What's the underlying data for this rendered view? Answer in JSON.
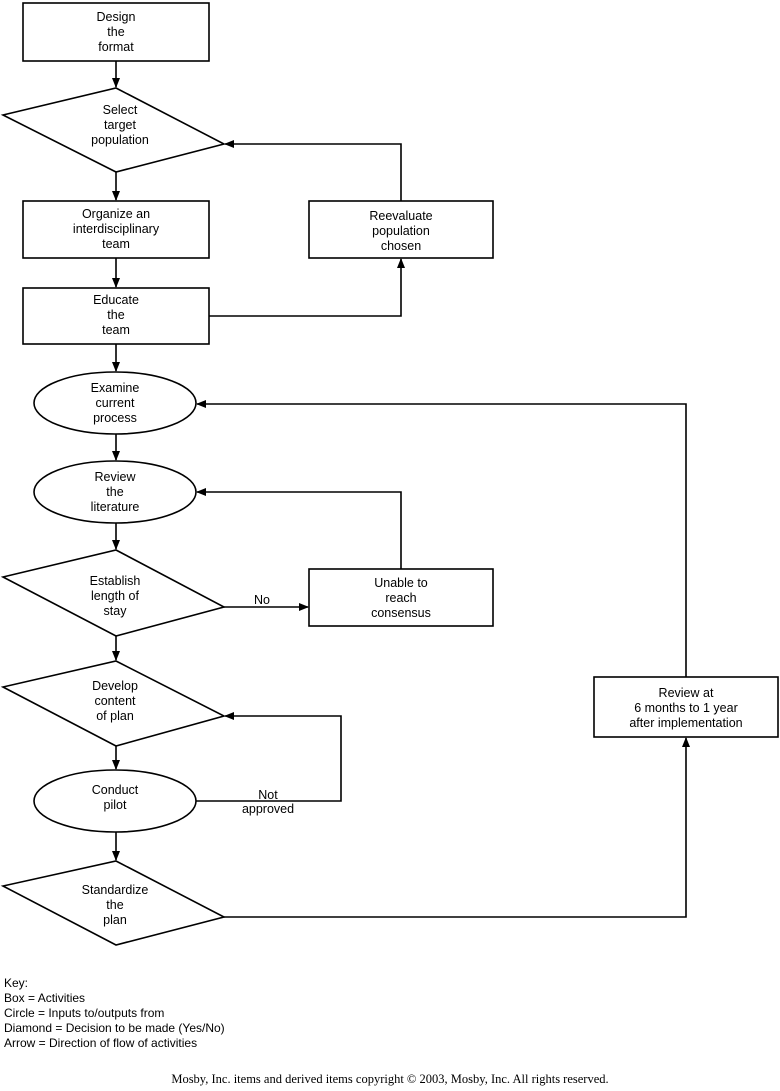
{
  "nodes": {
    "design_format": "Design\nthe\nformat",
    "select_population": "Select\ntarget\npopulation",
    "organize_team": "Organize an\ninterdisciplinary\nteam",
    "educate_team": "Educate\nthe\nteam",
    "reevaluate_population": "Reevaluate\npopulation\nchosen",
    "examine_process": "Examine\ncurrent\nprocess",
    "review_literature": "Review\nthe\nliterature",
    "establish_los": "Establish\nlength of\nstay",
    "unable_consensus": "Unable to\nreach\nconsensus",
    "develop_content": "Develop\ncontent\nof plan",
    "conduct_pilot": "Conduct\npilot",
    "standardize_plan": "Standardize\nthe\nplan",
    "review_after": "Review at\n6 months to 1 year\nafter implementation"
  },
  "edge_labels": {
    "no": "No",
    "not_approved": "Not\napproved"
  },
  "key": {
    "title": "Key:",
    "items": [
      "Box = Activities",
      "Circle = Inputs to/outputs from",
      "Diamond = Decision to be made (Yes/No)",
      "Arrow = Direction of flow of activities"
    ]
  },
  "copyright": "Mosby, Inc. items and derived items copyright © 2003, Mosby, Inc. All rights reserved."
}
